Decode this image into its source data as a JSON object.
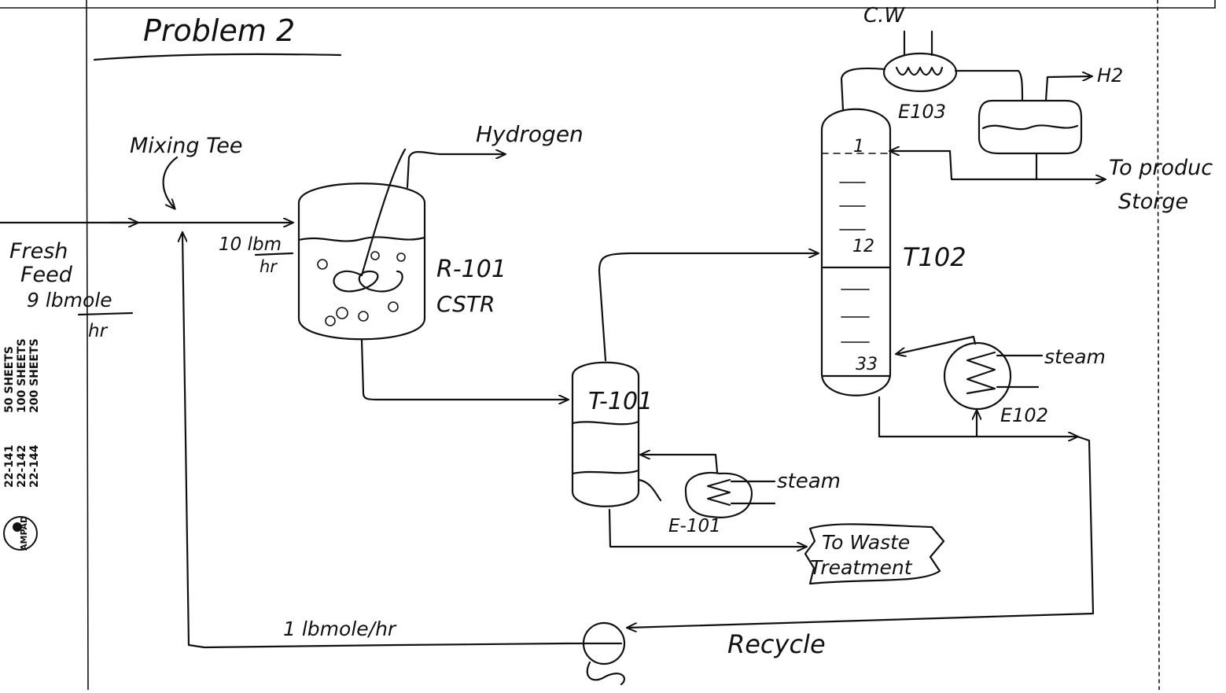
{
  "colors": {
    "ink": "#111111",
    "paper": "#ffffff"
  },
  "title": "Problem 2",
  "margin_print": {
    "brand": "AMPAD",
    "codes": [
      "22-141",
      "22-142",
      "22-144"
    ],
    "sheets": [
      "50 SHEETS",
      "100 SHEETS",
      "200 SHEETS"
    ]
  },
  "labels": {
    "mixing_tee": "Mixing Tee",
    "fresh_feed_1": "Fresh",
    "fresh_feed_2": "Feed",
    "fresh_rate_num": "9 lbmole",
    "fresh_rate_den": "hr",
    "reactor_flow_num": "10 lbm",
    "reactor_flow_den": "hr",
    "hydrogen": "Hydrogen",
    "reactor_id": "R-101",
    "reactor_type": "CSTR",
    "column1": "T-101",
    "column2": "T102",
    "tray_top": "1",
    "tray_feed": "12",
    "tray_bottom": "33",
    "cw": "C.W",
    "e103": "E103",
    "h2": "H2",
    "product_1": "To produc",
    "product_2": "Storge",
    "steam_e102": "steam",
    "e102": "E102",
    "steam_e101": "steam",
    "e101": "E-101",
    "waste_1": "To Waste",
    "waste_2": "Treatment",
    "recycle_rate": "1 lbmole/hr",
    "recycle": "Recycle"
  },
  "icons": [
    "ampad-logo-icon",
    "arrow-icon",
    "pump-icon",
    "heat-exchanger-icon",
    "agitator-icon"
  ]
}
